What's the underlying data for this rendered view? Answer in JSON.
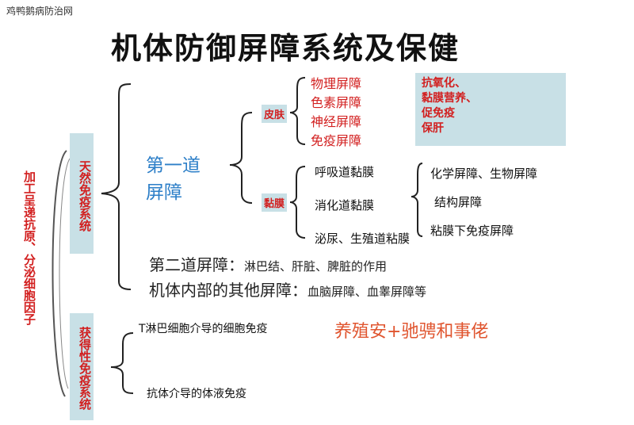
{
  "watermark": "鸡鸭鹅病防治网",
  "title": "机体防御屏障系统及保健",
  "left_vertical": "加工呈递抗原、分泌细胞因子",
  "innate": "天然免疫系统",
  "acquired": "获得性免疫系统",
  "first_barrier": {
    "line1": "第一道",
    "line2": "屏障"
  },
  "skin": {
    "tag": "皮肤",
    "items": [
      "物理屏障",
      "色素屏障",
      "神经屏障",
      "免疫屏障"
    ]
  },
  "care_box": [
    "抗氧化、",
    "黏膜营养、",
    "促免疫",
    "保肝"
  ],
  "mucosa": {
    "tag": "黏膜",
    "items": [
      "呼吸道黏膜",
      "消化道黏膜",
      "泌尿、生殖道粘膜"
    ]
  },
  "mucosa_barriers": [
    "化学屏障、生物屏障",
    "结构屏障",
    "粘膜下免疫屏障"
  ],
  "second_barrier": {
    "main": "第二道屏障：",
    "detail": "淋巴结、肝脏、脾脏的作用"
  },
  "other_barrier": {
    "main": "机体内部的其他屏障：",
    "detail": "血脑屏障、血睾屏障等"
  },
  "t_cell": "T淋巴细胞介导的细胞免疫",
  "antibody": "抗体介导的体液免疫",
  "ad_text": "养殖安+驰骋和事佬"
}
